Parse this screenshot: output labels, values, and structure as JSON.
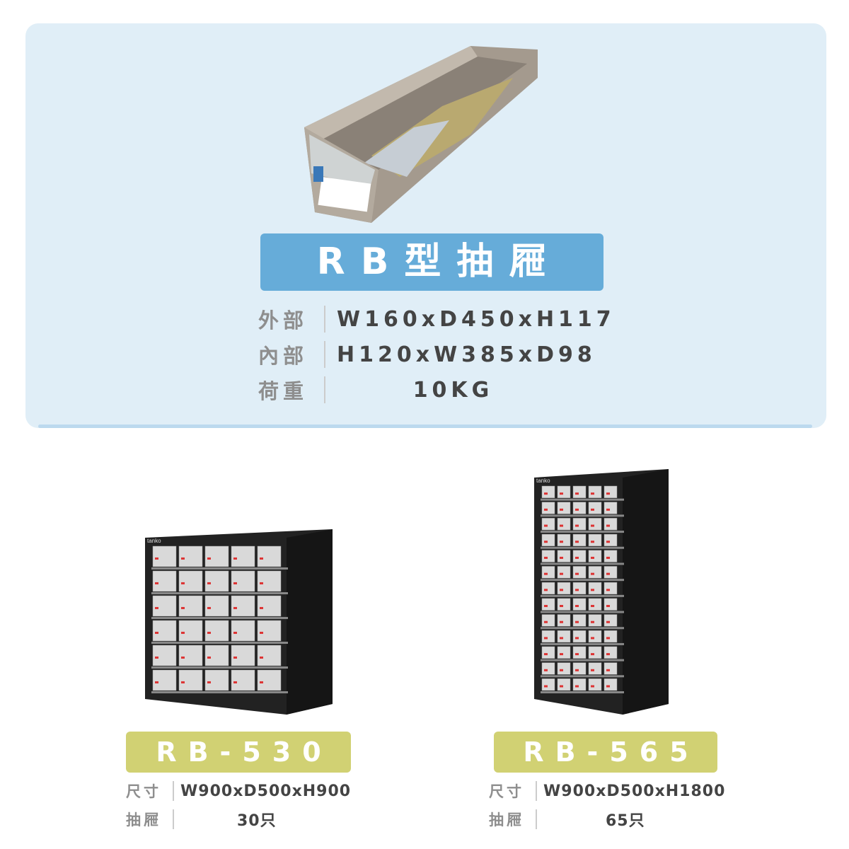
{
  "product": {
    "title": "RB型抽屜",
    "specs": [
      {
        "label": "外部",
        "value": "W160xD450xH117"
      },
      {
        "label": "內部",
        "value": "H120xW385xD98"
      },
      {
        "label": "荷重",
        "value": "10KG"
      }
    ]
  },
  "cabinets": [
    {
      "model": "RB-530",
      "size_label": "尺寸",
      "size": "W900xD500xH900",
      "drawers_label": "抽屜",
      "drawers": "30只",
      "columns": 5,
      "rows": 6,
      "brand": "tanko"
    },
    {
      "model": "RB-565",
      "size_label": "尺寸",
      "size": "W900xD500xH1800",
      "drawers_label": "抽屜",
      "drawers": "65只",
      "columns": 5,
      "rows": 13,
      "brand": "tanko"
    }
  ],
  "colors": {
    "panel": "#e0eef7",
    "title_bg": "#66acd9",
    "model_bg": "#d1d173"
  }
}
